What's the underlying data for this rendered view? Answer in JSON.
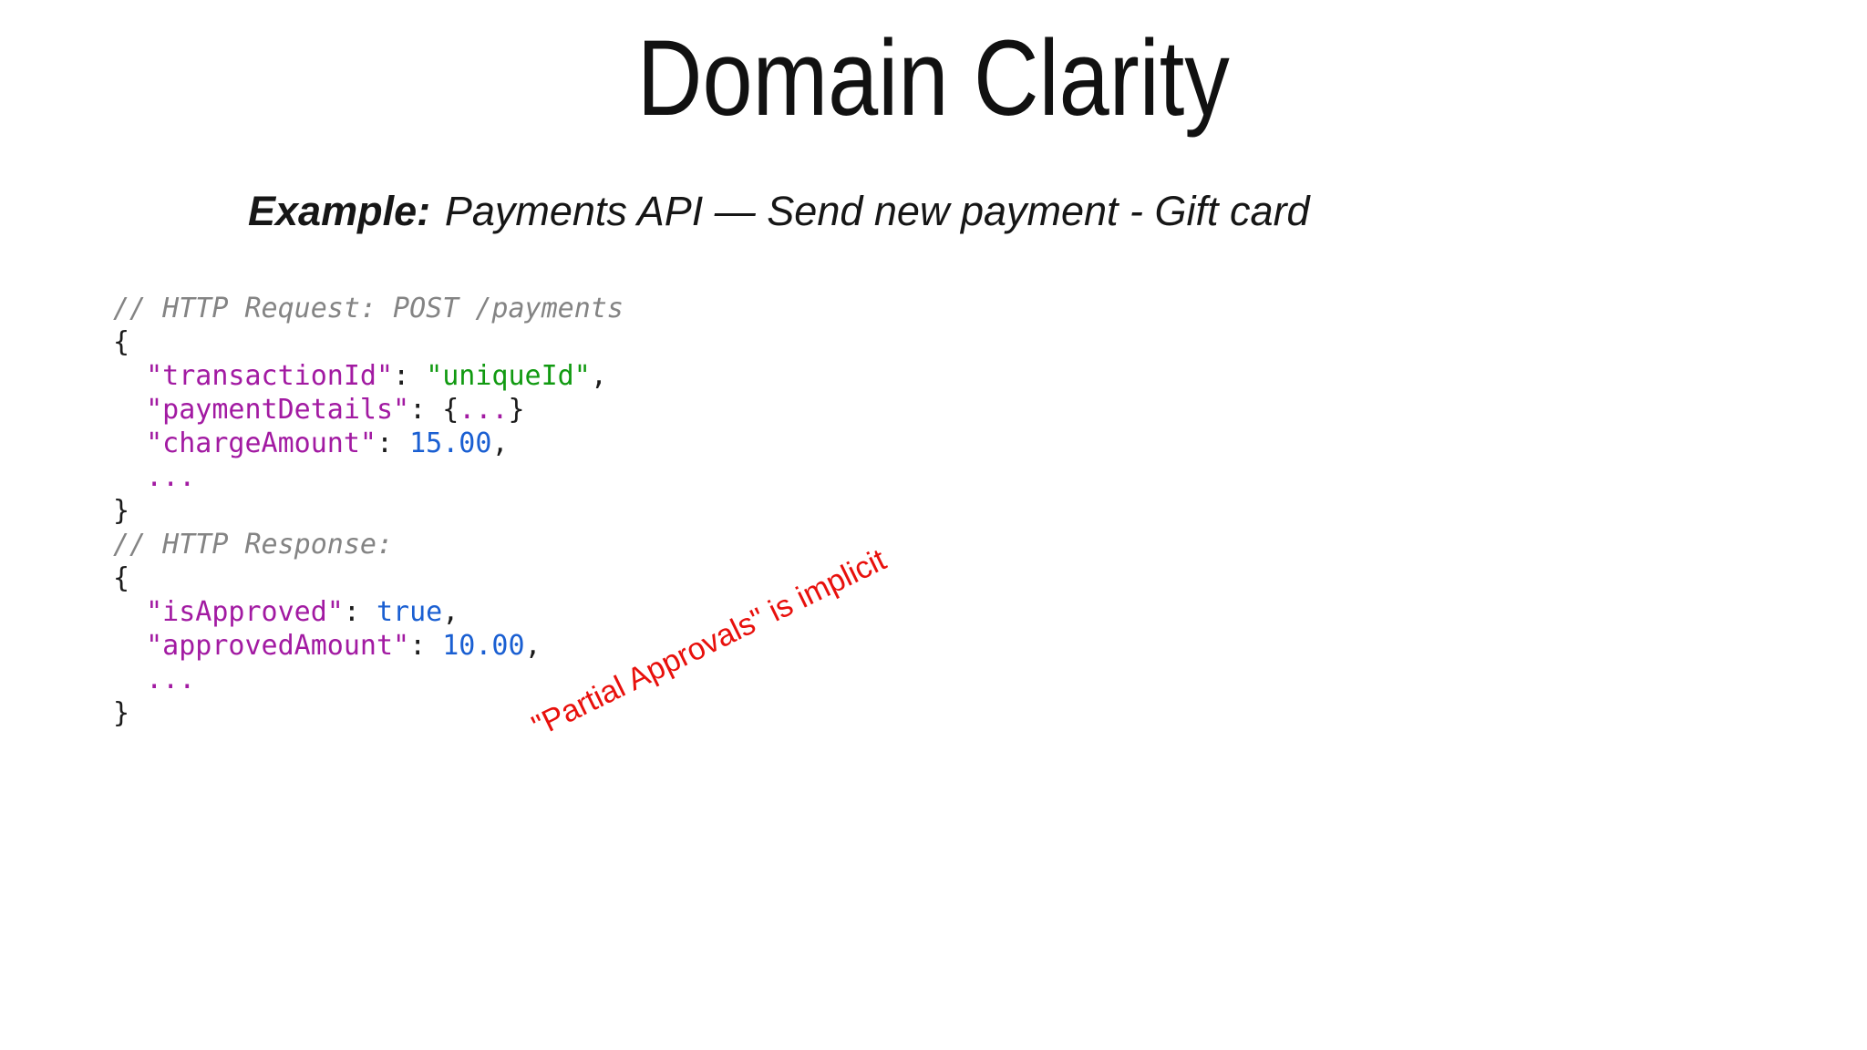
{
  "slide": {
    "title": "Domain Clarity",
    "subtitle": {
      "label": "Example:",
      "text": "Payments API — Send new payment - Gift card"
    },
    "annotation": {
      "text": "\"Partial Approvals\" is implicit",
      "color": "#e8100c",
      "rotation_deg": -26
    },
    "code": {
      "palette": {
        "comment": "#848484",
        "plain": "#1b1b1b",
        "key": "#a21aa2",
        "string": "#119a11",
        "number": "#1a5fd2"
      },
      "lines": [
        [
          {
            "text": "// HTTP Request: POST /payments",
            "color": "comment",
            "italic": true
          }
        ],
        [
          {
            "text": "{",
            "color": "plain"
          }
        ],
        [
          {
            "text": "  ",
            "color": "plain"
          },
          {
            "text": "\"transactionId\"",
            "color": "key"
          },
          {
            "text": ": ",
            "color": "plain"
          },
          {
            "text": "\"uniqueId\"",
            "color": "string"
          },
          {
            "text": ",",
            "color": "plain"
          }
        ],
        [
          {
            "text": "  ",
            "color": "plain"
          },
          {
            "text": "\"paymentDetails\"",
            "color": "key"
          },
          {
            "text": ": {",
            "color": "plain"
          },
          {
            "text": "...",
            "color": "key"
          },
          {
            "text": "}",
            "color": "plain"
          }
        ],
        [
          {
            "text": "  ",
            "color": "plain"
          },
          {
            "text": "\"chargeAmount\"",
            "color": "key"
          },
          {
            "text": ": ",
            "color": "plain"
          },
          {
            "text": "15.00",
            "color": "number"
          },
          {
            "text": ",",
            "color": "plain"
          }
        ],
        [
          {
            "text": "  ",
            "color": "plain"
          },
          {
            "text": "...",
            "color": "key"
          }
        ],
        [
          {
            "text": "}",
            "color": "plain"
          }
        ],
        [
          {
            "text": "// HTTP Response:",
            "color": "comment",
            "italic": true
          }
        ],
        [
          {
            "text": "{",
            "color": "plain"
          }
        ],
        [
          {
            "text": "  ",
            "color": "plain"
          },
          {
            "text": "\"isApproved\"",
            "color": "key"
          },
          {
            "text": ": ",
            "color": "plain"
          },
          {
            "text": "true",
            "color": "number"
          },
          {
            "text": ",",
            "color": "plain"
          }
        ],
        [
          {
            "text": "  ",
            "color": "plain"
          },
          {
            "text": "\"approvedAmount\"",
            "color": "key"
          },
          {
            "text": ": ",
            "color": "plain"
          },
          {
            "text": "10.00",
            "color": "number"
          },
          {
            "text": ",",
            "color": "plain"
          }
        ],
        [
          {
            "text": "  ",
            "color": "plain"
          },
          {
            "text": "...",
            "color": "key"
          }
        ],
        [
          {
            "text": "}",
            "color": "plain"
          }
        ]
      ]
    },
    "colors": {
      "background": "#ffffff",
      "title_text": "#111111"
    }
  }
}
